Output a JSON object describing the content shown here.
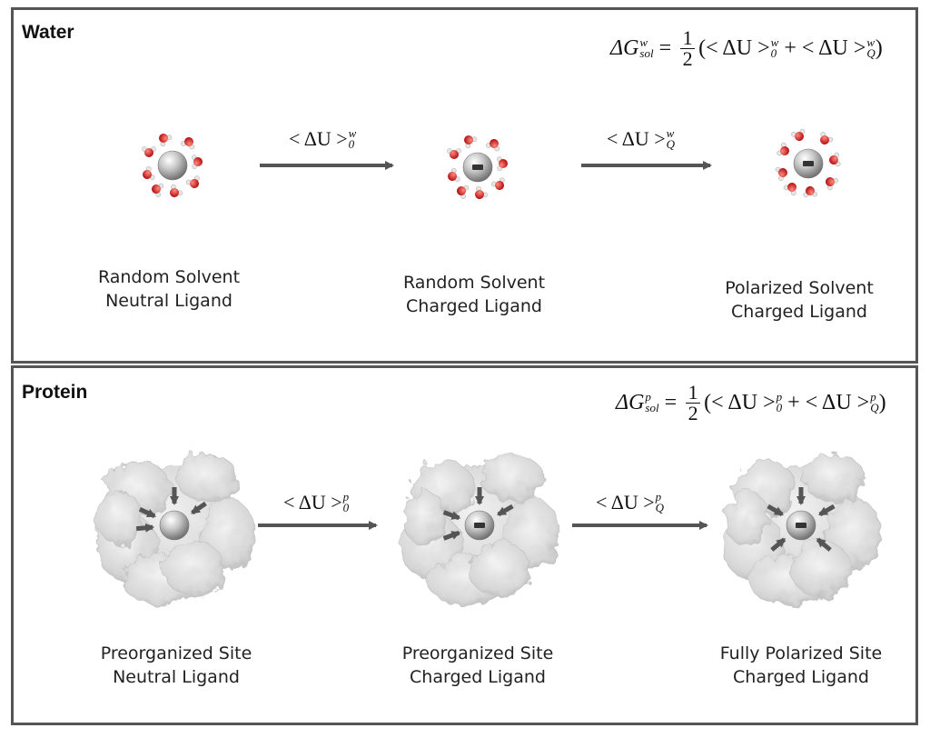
{
  "water_panel": {
    "title": "Water",
    "equation": {
      "lhs": "ΔG",
      "sub": "sol",
      "sup": "w",
      "frac_num": "1",
      "frac_den": "2",
      "term1": "(< ΔU >",
      "term1_sub": "0",
      "term1_sup": "w",
      "plus": "+ < ΔU >",
      "term2_sub": "Q",
      "term2_sup": "w",
      "close": ")"
    },
    "arrow1": {
      "text": "< ΔU >",
      "sub": "0",
      "sup": "w"
    },
    "arrow2": {
      "text": "< ΔU >",
      "sub": "Q",
      "sup": "w"
    },
    "states": [
      {
        "line1": "Random Solvent",
        "line2": "Neutral Ligand"
      },
      {
        "line1": "Random Solvent",
        "line2": "Charged Ligand"
      },
      {
        "line1": "Polarized Solvent",
        "line2": "Charged Ligand"
      }
    ]
  },
  "protein_panel": {
    "title": "Protein",
    "equation": {
      "lhs": "ΔG",
      "sub": "sol",
      "sup": "p",
      "frac_num": "1",
      "frac_den": "2",
      "term1": "(< ΔU >",
      "term1_sub": "0",
      "term1_sup": "p",
      "plus": "+ < ΔU >",
      "term2_sub": "Q",
      "term2_sup": "p",
      "close": ")"
    },
    "arrow1": {
      "text": "< ΔU >",
      "sub": "0",
      "sup": "p"
    },
    "arrow2": {
      "text": "< ΔU >",
      "sub": "Q",
      "sup": "p"
    },
    "states": [
      {
        "line1": "Preorganized Site",
        "line2": "Neutral Ligand"
      },
      {
        "line1": "Preorganized Site",
        "line2": "Charged Ligand"
      },
      {
        "line1": "Fully Polarized Site",
        "line2": "Charged Ligand"
      }
    ]
  },
  "colors": {
    "border": "#555555",
    "arrow": "#555555",
    "oxygen": "#d8201b",
    "hydrogen": "#e6e6e6",
    "ligand": "#b8b8b8",
    "protein": "#d9d9d9"
  }
}
